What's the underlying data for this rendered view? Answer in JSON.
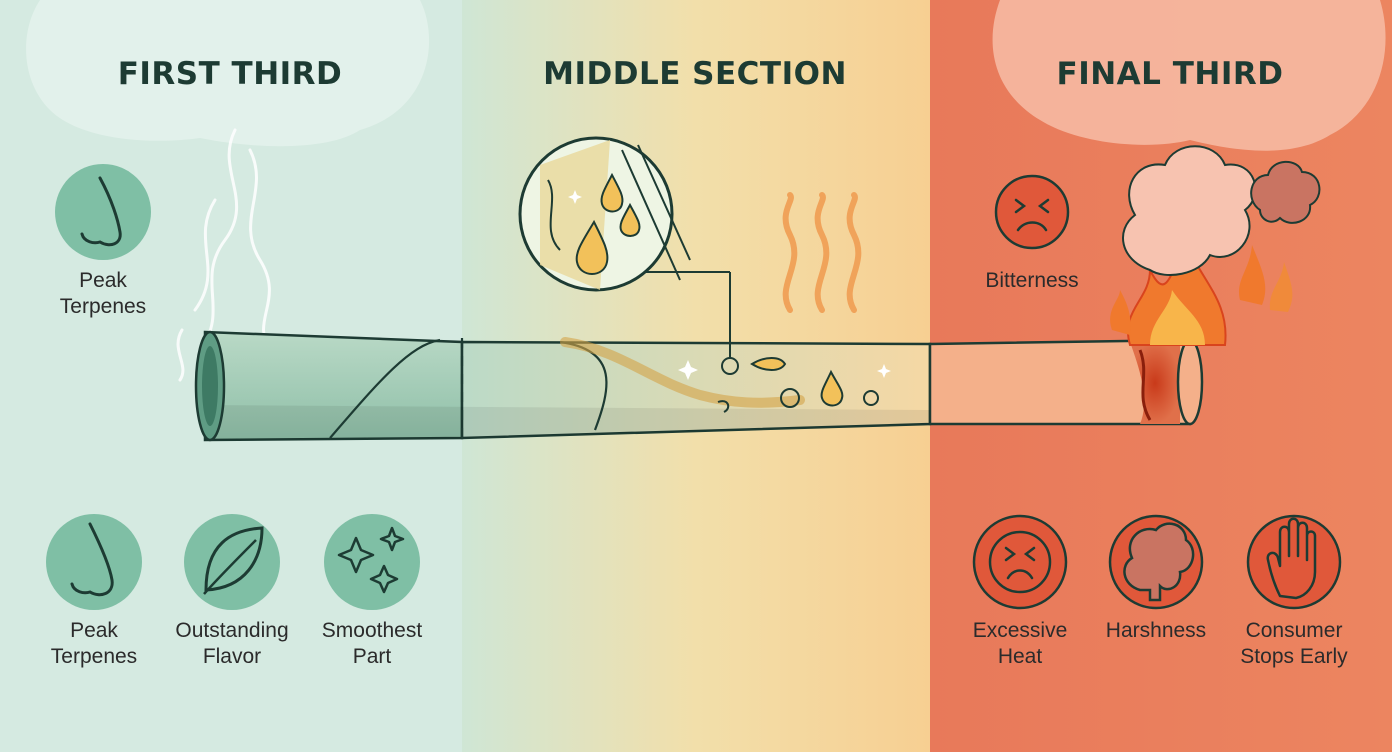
{
  "sections": {
    "first": {
      "title": "FIRST THIRD",
      "side_label": [
        "Peak",
        "Terpenes"
      ],
      "icons": [
        {
          "icon": "nose-icon",
          "lines": [
            "Peak",
            "Terpenes"
          ]
        },
        {
          "icon": "leaf-icon",
          "lines": [
            "Outstanding",
            "Flavor"
          ]
        },
        {
          "icon": "sparkles-icon",
          "lines": [
            "Smoothest",
            "Part"
          ]
        }
      ]
    },
    "middle": {
      "title": "MIDDLE SECTION",
      "magnifier_icon": "oil-droplets-magnifier-icon"
    },
    "final": {
      "title": "FINAL THIRD",
      "side_label": [
        "Bitterness"
      ],
      "icons": [
        {
          "icon": "frown-face-icon",
          "lines": [
            "Excessive",
            "Heat"
          ]
        },
        {
          "icon": "smoke-cloud-icon",
          "lines": [
            "Harshness"
          ]
        },
        {
          "icon": "stop-hand-icon",
          "lines": [
            "Consumer",
            "Stops Early"
          ]
        }
      ]
    }
  },
  "colors": {
    "first_bg": "#d6ebe2",
    "middle_bg_start": "#d2e8d4",
    "middle_bg_end": "#f7d49a",
    "final_bg": "#ea7e58",
    "green_circle": "#7fbfa5",
    "red_circle": "#e0583a",
    "outline": "#1d3b33"
  }
}
